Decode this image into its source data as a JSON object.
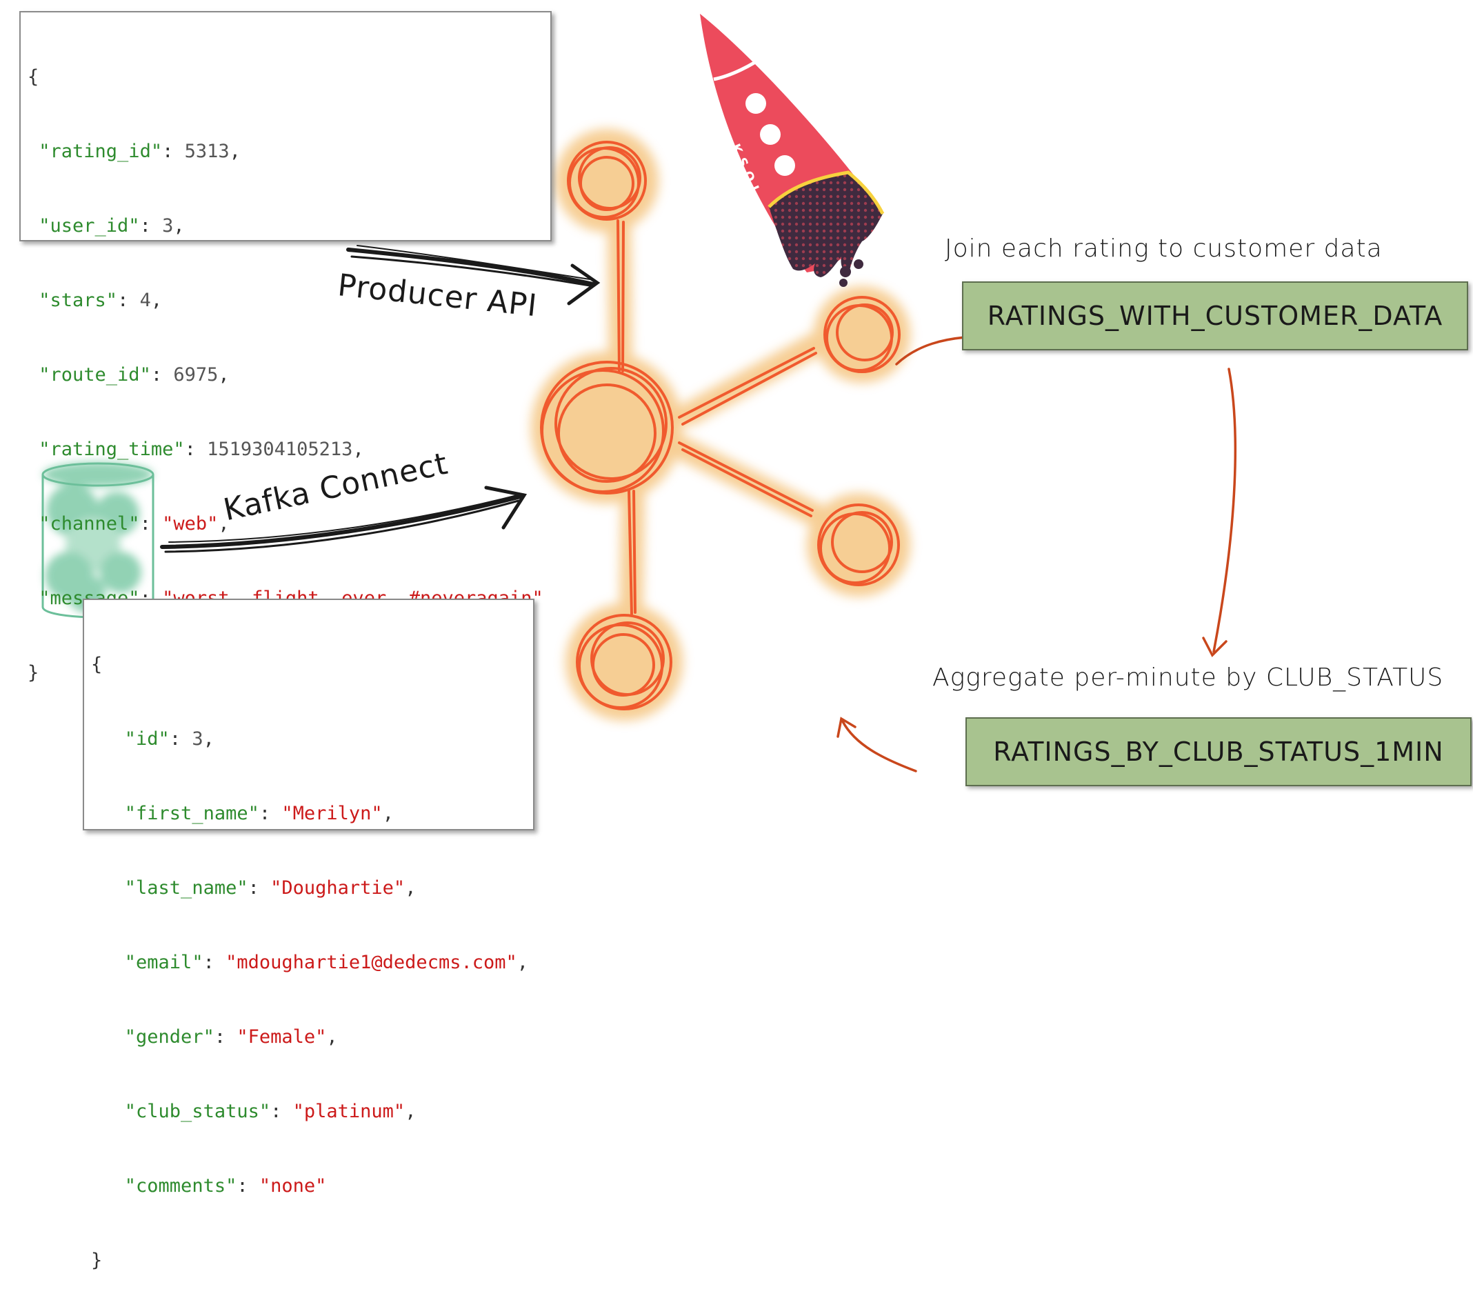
{
  "rating_event": {
    "open": "{",
    "close": "}",
    "fields": [
      {
        "key": "\"rating_id\"",
        "value": "5313",
        "type": "num",
        "sep": ","
      },
      {
        "key": "\"user_id\"",
        "value": "3",
        "type": "num",
        "sep": ","
      },
      {
        "key": "\"stars\"",
        "value": "4",
        "type": "num",
        "sep": ","
      },
      {
        "key": "\"route_id\"",
        "value": "6975",
        "type": "num",
        "sep": ","
      },
      {
        "key": "\"rating_time\"",
        "value": "1519304105213",
        "type": "num",
        "sep": ","
      },
      {
        "key": "\"channel\"",
        "value": "\"web\"",
        "type": "str",
        "sep": ","
      },
      {
        "key": "\"message\"",
        "value": "\"worst. flight. ever. #neveragain\"",
        "type": "str",
        "sep": ""
      }
    ]
  },
  "customer_record": {
    "open": "{",
    "close": "}",
    "fields": [
      {
        "key": "\"id\"",
        "value": "3",
        "type": "num",
        "sep": ","
      },
      {
        "key": "\"first_name\"",
        "value": "\"Merilyn\"",
        "type": "str",
        "sep": ","
      },
      {
        "key": "\"last_name\"",
        "value": "\"Doughartie\"",
        "type": "str",
        "sep": ","
      },
      {
        "key": "\"email\"",
        "value": "\"mdoughartie1@dedecms.com\"",
        "type": "str",
        "sep": ","
      },
      {
        "key": "\"gender\"",
        "value": "\"Female\"",
        "type": "str",
        "sep": ","
      },
      {
        "key": "\"club_status\"",
        "value": "\"platinum\"",
        "type": "str",
        "sep": ","
      },
      {
        "key": "\"comments\"",
        "value": "\"none\"",
        "type": "str",
        "sep": ""
      }
    ]
  },
  "labels": {
    "producer_api": "Producer API",
    "kafka_connect": "Kafka Connect",
    "join_caption": "Join each rating to customer data",
    "aggregate_caption": "Aggregate per-minute by CLUB_STATUS"
  },
  "streams": {
    "ratings_with_customer_data": "RATINGS_WITH_CUSTOMER_DATA",
    "ratings_by_club_status": "RATINGS_BY_CLUB_STATUS_1MIN"
  },
  "rocket": {
    "text": "KSQL"
  },
  "colors": {
    "node_stroke": "#f05a2e",
    "node_glow": "#f4c27a",
    "rocket_body": "#ec4b5c",
    "rocket_dark": "#3f2a3f",
    "rocket_trim": "#f7d23e",
    "arrow_orange": "#c9471c",
    "arrow_black": "#1a1a1a",
    "db_green": "#7fcba8",
    "stream_fill": "#a8c38f"
  }
}
